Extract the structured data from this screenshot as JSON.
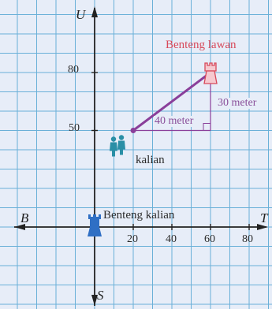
{
  "axes": {
    "north": "U",
    "south": "S",
    "west": "B",
    "east": "T",
    "x_ticks": [
      "20",
      "40",
      "60",
      "80"
    ],
    "y_ticks": [
      "80",
      "50"
    ]
  },
  "labels": {
    "enemy_fort": "Benteng lawan",
    "own_fort": "Benteng kalian",
    "you": "kalian",
    "horizontal_distance": "40 meter",
    "vertical_distance": "30 meter"
  },
  "points": {
    "enemy_fort": {
      "x": 60,
      "y": 80
    },
    "you": {
      "x": 20,
      "y": 50
    },
    "own_fort": {
      "x": 0,
      "y": 0
    }
  },
  "colors": {
    "grid": "#6ab0d8",
    "grid_bg": "#e7edf8",
    "segment": "#8a3f9a",
    "enemy_fort": "#d8495a",
    "own_fort": "#2f6fc4",
    "people": "#2a8fa6",
    "axis": "#222222"
  },
  "icons": {
    "enemy_fort": "castle-icon",
    "own_fort": "castle-icon",
    "you": "people-icon"
  }
}
